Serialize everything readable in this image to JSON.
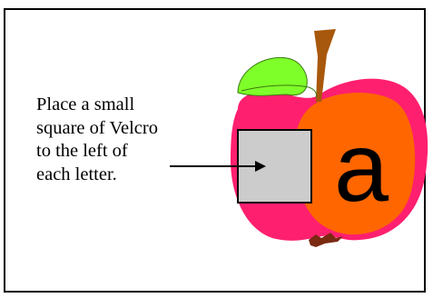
{
  "instruction": {
    "lines": [
      "Place a small",
      "square of Velcro",
      "to the left of",
      "each letter."
    ]
  },
  "letter": "a",
  "colors": {
    "apple_red": "#ff1f6f",
    "apple_orange": "#ff6600",
    "leaf_green": "#7fff2a",
    "stem_brown": "#a8580c",
    "velcro_square": "#cccccc",
    "frame": "#000000"
  },
  "icons": {
    "apple": "apple-illustration",
    "leaf": "leaf-icon",
    "stem": "stem-icon",
    "calyx": "calyx-icon",
    "velcro": "velcro-square",
    "arrow": "arrow-right-icon"
  }
}
